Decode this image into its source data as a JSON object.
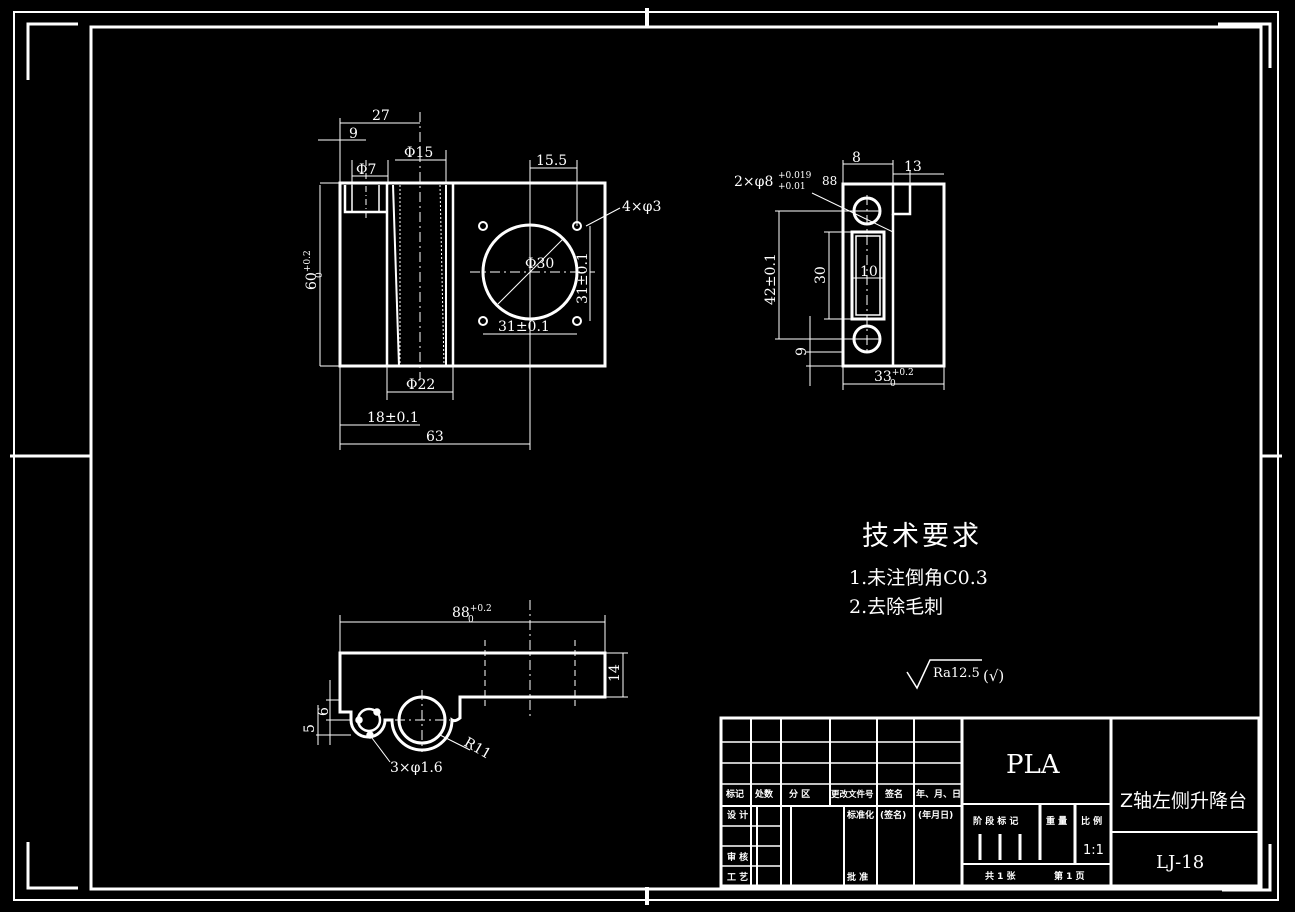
{
  "views": {
    "front": {
      "dims": {
        "w27": "27",
        "w9": "9",
        "dia7": "Φ7",
        "dia15": "Φ15",
        "w15_5": "15.5",
        "holes4": "4×φ3",
        "h60": "60",
        "h60_tol": "+0.2",
        "h60_low": "0",
        "dia30": "Φ30",
        "v31": "31±0.1",
        "h31": "31±0.1",
        "dia22": "Φ22",
        "w18": "18±0.1",
        "w63": "63"
      }
    },
    "side": {
      "dims": {
        "holes2": "2×φ8",
        "tol_up": "+0.019",
        "tol_low": "+0.01",
        "depth": "88",
        "w8": "8",
        "w13": "13",
        "h42": "42±0.1",
        "h30": "30",
        "w10": "10",
        "h9": "9",
        "w33": "33",
        "w33_tol": "+0.2",
        "w33_low": "0"
      }
    },
    "bottom": {
      "dims": {
        "w88": "88",
        "w88_tol": "+0.2",
        "w88_low": "0",
        "h14": "14",
        "h6": "6",
        "h5": "5",
        "r11": "R11",
        "holes3": "3×φ1.6"
      }
    }
  },
  "tech": {
    "title": "技术要求",
    "items": [
      "1.未注倒角C0.3",
      "2.去除毛刺"
    ],
    "roughness": "Ra12.5",
    "roughness_suffix": "(√)"
  },
  "titleblock": {
    "material": "PLA",
    "part_name": "Z轴左侧升降台",
    "drawing_no": "LJ-18",
    "scale": "1:1",
    "headers": [
      "标记",
      "处数",
      "分 区",
      "更改文件号",
      "签名",
      "年、月、日"
    ],
    "row_labels": [
      "设 计",
      "审 核",
      "工 艺"
    ],
    "std_row": [
      "标准化",
      "(签名)",
      "(年月日)"
    ],
    "approve": "批 准",
    "stage_headers": [
      "阶 段 标 记",
      "重 量",
      "比 例"
    ],
    "total": "共 1 张",
    "sheet": "第 1 页"
  }
}
